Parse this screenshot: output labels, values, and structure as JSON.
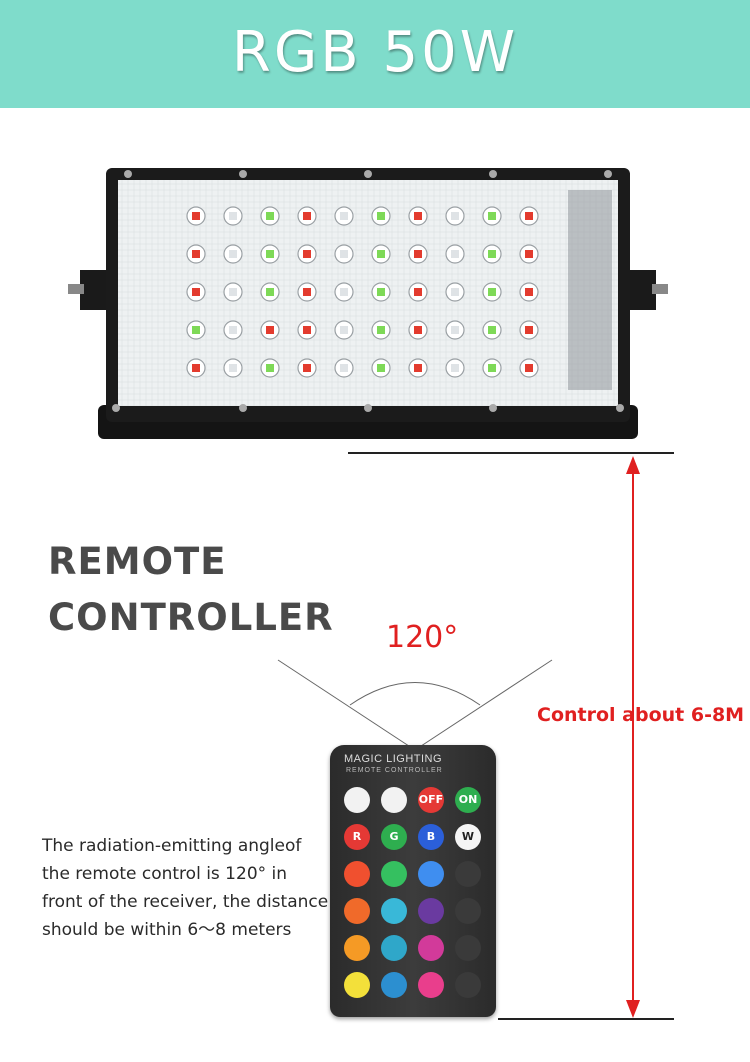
{
  "banner": {
    "title": "RGB  50W",
    "color": "#7fdccb"
  },
  "heading": {
    "line1": "REMOTE",
    "line2": "CONTROLLER"
  },
  "angle": {
    "label": "120°"
  },
  "distance": {
    "label": "Control about 6-8M",
    "color": "#e02020"
  },
  "description": {
    "lines": [
      "The radiation-emitting angleof",
      "the remote control is 120° in",
      "front of the receiver, the distance",
      "should be within 6～8 meters"
    ]
  },
  "remote": {
    "brand": "MAGIC LIGHTING",
    "subtitle": "REMOTE CONTROLLER",
    "keys": [
      {
        "label": "",
        "color": "#f2f2f2",
        "icon": "brightness-up-icon"
      },
      {
        "label": "",
        "color": "#f2f2f2",
        "icon": "brightness-down-icon"
      },
      {
        "label": "OFF",
        "color": "#e53935",
        "icon": "power-icon"
      },
      {
        "label": "ON",
        "color": "#2eae4f",
        "icon": "power-icon"
      },
      {
        "label": "R",
        "color": "#e53935",
        "icon": ""
      },
      {
        "label": "G",
        "color": "#2eae4f",
        "icon": ""
      },
      {
        "label": "B",
        "color": "#2b5fd9",
        "icon": ""
      },
      {
        "label": "W",
        "color": "#f5f5f5",
        "icon": ""
      },
      {
        "label": "",
        "color": "#f0502f",
        "icon": ""
      },
      {
        "label": "",
        "color": "#35c060",
        "icon": ""
      },
      {
        "label": "",
        "color": "#3f8ef0",
        "icon": ""
      },
      {
        "label": "",
        "color": "#3a3a3a",
        "icon": "mode-icon"
      },
      {
        "label": "",
        "color": "#f06a2a",
        "icon": ""
      },
      {
        "label": "",
        "color": "#39b8d8",
        "icon": ""
      },
      {
        "label": "",
        "color": "#6a3aa0",
        "icon": ""
      },
      {
        "label": "",
        "color": "#3a3a3a",
        "icon": "mode-icon"
      },
      {
        "label": "",
        "color": "#f59a25",
        "icon": ""
      },
      {
        "label": "",
        "color": "#2fa7c9",
        "icon": ""
      },
      {
        "label": "",
        "color": "#d23a9a",
        "icon": ""
      },
      {
        "label": "",
        "color": "#3a3a3a",
        "icon": "mode-icon"
      },
      {
        "label": "",
        "color": "#f3e03a",
        "icon": ""
      },
      {
        "label": "",
        "color": "#2c8fd0",
        "icon": ""
      },
      {
        "label": "",
        "color": "#e93e8c",
        "icon": ""
      },
      {
        "label": "",
        "color": "#3a3a3a",
        "icon": "mode-icon"
      }
    ]
  },
  "lamp": {
    "led_rows": [
      [
        "#e33b2e",
        "#ffffff",
        "#7ed957",
        "#e33b2e",
        "#ffffff",
        "#7ed957",
        "#e33b2e",
        "#ffffff",
        "#7ed957",
        "#e33b2e"
      ],
      [
        "#e33b2e",
        "#ffffff",
        "#7ed957",
        "#e33b2e",
        "#ffffff",
        "#7ed957",
        "#e33b2e",
        "#ffffff",
        "#7ed957",
        "#e33b2e"
      ],
      [
        "#e33b2e",
        "#ffffff",
        "#7ed957",
        "#e33b2e",
        "#ffffff",
        "#7ed957",
        "#e33b2e",
        "#ffffff",
        "#7ed957",
        "#e33b2e"
      ],
      [
        "#7ed957",
        "#ffffff",
        "#e33b2e",
        "#e33b2e",
        "#ffffff",
        "#7ed957",
        "#e33b2e",
        "#ffffff",
        "#7ed957",
        "#e33b2e"
      ],
      [
        "#e33b2e",
        "#ffffff",
        "#7ed957",
        "#e33b2e",
        "#ffffff",
        "#7ed957",
        "#e33b2e",
        "#ffffff",
        "#7ed957",
        "#e33b2e"
      ]
    ]
  }
}
